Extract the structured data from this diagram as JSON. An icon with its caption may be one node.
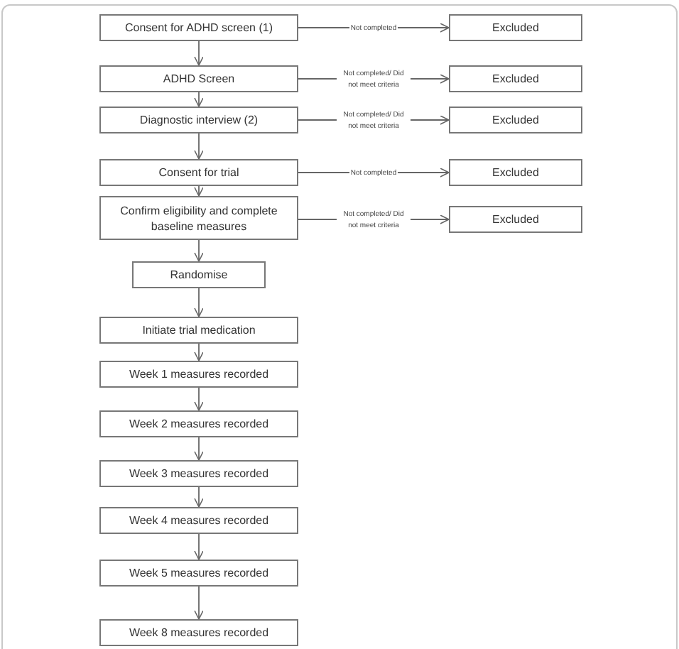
{
  "diagram": {
    "nodes": [
      {
        "text": [
          "Consent for ADHD screen (1)"
        ]
      },
      {
        "text": [
          "Excluded"
        ]
      },
      {
        "text": [
          "ADHD Screen"
        ]
      },
      {
        "text": [
          "Excluded"
        ]
      },
      {
        "text": [
          "Diagnostic interview (2)"
        ]
      },
      {
        "text": [
          "Excluded"
        ]
      },
      {
        "text": [
          "Consent for trial"
        ]
      },
      {
        "text": [
          "Excluded"
        ]
      },
      {
        "text": [
          "Confirm eligibility and complete baseline measures"
        ]
      },
      {
        "text": [
          "Excluded"
        ]
      },
      {
        "text": [
          "Randomise"
        ]
      },
      {
        "text": [
          "Initiate trial medication"
        ]
      },
      {
        "text": [
          "Week 1 measures recorded"
        ]
      },
      {
        "text": [
          "Week 2 measures recorded"
        ]
      },
      {
        "text": [
          "Week 3 measures recorded"
        ]
      },
      {
        "text": [
          "Week 4 measures recorded"
        ]
      },
      {
        "text": [
          "Week 5 measures recorded"
        ]
      },
      {
        "text": [
          "Week 8 measures recorded"
        ]
      }
    ],
    "edges": [
      {
        "from": 0,
        "to": 1,
        "arrow": "to",
        "label": "Not completed"
      },
      {
        "from": 0,
        "to": 2,
        "arrow": "to"
      },
      {
        "from": 2,
        "to": 3,
        "arrow": "to",
        "label": "Not completed/ Did not meet criteria"
      },
      {
        "from": 2,
        "to": 4,
        "arrow": "to"
      },
      {
        "from": 4,
        "to": 5,
        "arrow": "to",
        "label": "Not completed/ Did not meet criteria"
      },
      {
        "from": 4,
        "to": 6,
        "arrow": "to"
      },
      {
        "from": 6,
        "to": 7,
        "arrow": "to",
        "label": "Not completed"
      },
      {
        "from": 6,
        "to": 8,
        "arrow": "to"
      },
      {
        "from": 8,
        "to": 9,
        "arrow": "to",
        "label": "Not completed/ Did not meet criteria"
      },
      {
        "from": 8,
        "to": 10,
        "arrow": "to"
      },
      {
        "from": 10,
        "to": 11,
        "arrow": "to"
      },
      {
        "from": 11,
        "to": 12,
        "arrow": "to"
      },
      {
        "from": 12,
        "to": 13,
        "arrow": "to"
      },
      {
        "from": 13,
        "to": 14,
        "arrow": "to"
      },
      {
        "from": 14,
        "to": 15,
        "arrow": "to"
      },
      {
        "from": 15,
        "to": 16,
        "arrow": "to"
      },
      {
        "from": 16,
        "to": 17,
        "arrow": "to"
      }
    ]
  }
}
